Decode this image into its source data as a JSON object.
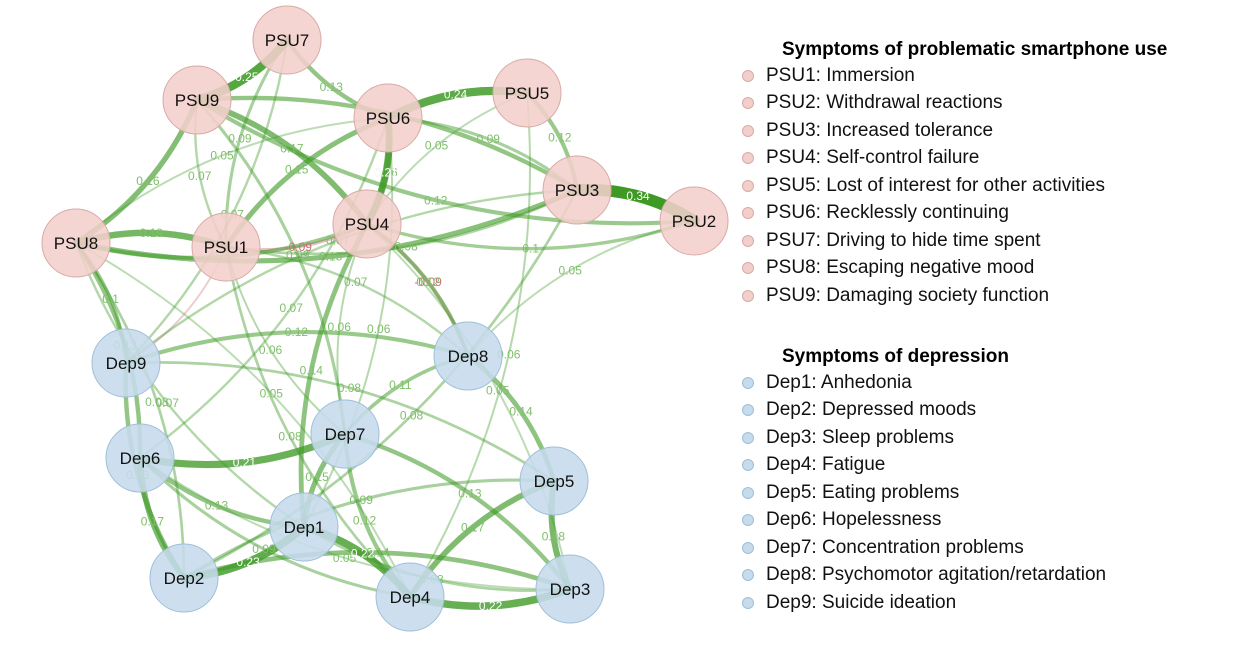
{
  "colors": {
    "psu_node": "#f3cfcc",
    "psu_node_stroke": "#d8aaa6",
    "dep_node": "#c6dbec",
    "dep_node_stroke": "#9fbfd8",
    "positive_edge": "#3e9a25",
    "negative_edge": "#cc6f78",
    "positive_label": "#7fbf6a",
    "negative_label": "#cc6f78"
  },
  "nodes": [
    {
      "id": "PSU7",
      "label": "PSU7",
      "group": "psu"
    },
    {
      "id": "PSU9",
      "label": "PSU9",
      "group": "psu"
    },
    {
      "id": "PSU6",
      "label": "PSU6",
      "group": "psu"
    },
    {
      "id": "PSU5",
      "label": "PSU5",
      "group": "psu"
    },
    {
      "id": "PSU3",
      "label": "PSU3",
      "group": "psu"
    },
    {
      "id": "PSU2",
      "label": "PSU2",
      "group": "psu"
    },
    {
      "id": "PSU4",
      "label": "PSU4",
      "group": "psu"
    },
    {
      "id": "PSU1",
      "label": "PSU1",
      "group": "psu"
    },
    {
      "id": "PSU8",
      "label": "PSU8",
      "group": "psu"
    },
    {
      "id": "Dep9",
      "label": "Dep9",
      "group": "dep"
    },
    {
      "id": "Dep8",
      "label": "Dep8",
      "group": "dep"
    },
    {
      "id": "Dep7",
      "label": "Dep7",
      "group": "dep"
    },
    {
      "id": "Dep6",
      "label": "Dep6",
      "group": "dep"
    },
    {
      "id": "Dep5",
      "label": "Dep5",
      "group": "dep"
    },
    {
      "id": "Dep1",
      "label": "Dep1",
      "group": "dep"
    },
    {
      "id": "Dep2",
      "label": "Dep2",
      "group": "dep"
    },
    {
      "id": "Dep4",
      "label": "Dep4",
      "group": "dep"
    },
    {
      "id": "Dep3",
      "label": "Dep3",
      "group": "dep"
    }
  ],
  "edges": [
    {
      "from": "PSU3",
      "to": "PSU2",
      "weight": 0.34,
      "label": "0.34",
      "sign": "pos"
    },
    {
      "from": "PSU9",
      "to": "PSU7",
      "weight": 0.25,
      "label": "0.25",
      "sign": "pos"
    },
    {
      "from": "PSU6",
      "to": "PSU5",
      "weight": 0.24,
      "label": "0.24",
      "sign": "pos"
    },
    {
      "from": "Dep2",
      "to": "Dep1",
      "weight": 0.23,
      "label": "0.23",
      "sign": "pos"
    },
    {
      "from": "Dep4",
      "to": "Dep3",
      "weight": 0.22,
      "label": "0.22",
      "sign": "pos"
    },
    {
      "from": "Dep1",
      "to": "Dep4",
      "weight": 0.22,
      "label": "0.22",
      "sign": "pos"
    },
    {
      "from": "Dep6",
      "to": "Dep7",
      "weight": 0.21,
      "label": "0.21",
      "sign": "pos"
    },
    {
      "from": "PSU6",
      "to": "PSU4",
      "weight": 0.21,
      "label": "0.21",
      "sign": "pos"
    },
    {
      "from": "PSU8",
      "to": "PSU1",
      "weight": 0.19,
      "label": "0.19",
      "sign": "pos"
    },
    {
      "from": "Dep5",
      "to": "Dep3",
      "weight": 0.18,
      "label": "0.18",
      "sign": "pos"
    },
    {
      "from": "PSU9",
      "to": "PSU4",
      "weight": 0.17,
      "label": "0.17",
      "sign": "pos"
    },
    {
      "from": "Dep6",
      "to": "Dep2",
      "weight": 0.17,
      "label": "0.17",
      "sign": "pos"
    },
    {
      "from": "Dep4",
      "to": "Dep5",
      "weight": 0.17,
      "label": "0.17",
      "sign": "pos"
    },
    {
      "from": "PSU9",
      "to": "PSU8",
      "weight": 0.16,
      "label": "0.16",
      "sign": "pos"
    },
    {
      "from": "PSU4",
      "to": "PSU6",
      "weight": 0.16,
      "label": "0.16",
      "sign": "pos"
    },
    {
      "from": "PSU8",
      "to": "PSU3",
      "weight": 0.15,
      "label": "0.15",
      "sign": "pos"
    },
    {
      "from": "PSU1",
      "to": "PSU6",
      "weight": 0.15,
      "label": "0.15",
      "sign": "pos"
    },
    {
      "from": "Dep7",
      "to": "Dep1",
      "weight": 0.15,
      "label": "0.15",
      "sign": "pos"
    },
    {
      "from": "Dep8",
      "to": "Dep5",
      "weight": 0.14,
      "label": "0.14",
      "sign": "pos"
    },
    {
      "from": "PSU4",
      "to": "Dep1",
      "weight": 0.14,
      "label": "0.14",
      "sign": "pos"
    },
    {
      "from": "Dep2",
      "to": "Dep3",
      "weight": 0.14,
      "label": "0.14",
      "sign": "pos"
    },
    {
      "from": "PSU9",
      "to": "PSU3",
      "weight": 0.13,
      "label": "0.13",
      "sign": "pos"
    },
    {
      "from": "PSU7",
      "to": "PSU6",
      "weight": 0.13,
      "label": "0.13",
      "sign": "pos"
    },
    {
      "from": "PSU8",
      "to": "Dep6",
      "weight": 0.13,
      "label": "0.13",
      "sign": "pos"
    },
    {
      "from": "Dep9",
      "to": "Dep2",
      "weight": 0.13,
      "label": "0.13",
      "sign": "pos"
    },
    {
      "from": "Dep7",
      "to": "Dep3",
      "weight": 0.13,
      "label": "0.13",
      "sign": "pos"
    },
    {
      "from": "Dep6",
      "to": "Dep1",
      "weight": 0.13,
      "label": "0.13",
      "sign": "pos"
    },
    {
      "from": "PSU5",
      "to": "PSU3",
      "weight": 0.12,
      "label": "0.12",
      "sign": "pos"
    },
    {
      "from": "PSU9",
      "to": "PSU2",
      "weight": 0.12,
      "label": "0.12",
      "sign": "pos"
    },
    {
      "from": "PSU4",
      "to": "Dep8",
      "weight": 0.12,
      "label": "0.12",
      "sign": "pos"
    },
    {
      "from": "PSU8",
      "to": "PSU4",
      "weight": 0.12,
      "label": "0.12",
      "sign": "pos"
    },
    {
      "from": "Dep9",
      "to": "Dep8",
      "weight": 0.12,
      "label": "0.12",
      "sign": "pos"
    },
    {
      "from": "Dep7",
      "to": "Dep4",
      "weight": 0.12,
      "label": "0.12",
      "sign": "pos"
    },
    {
      "from": "Dep8",
      "to": "Dep7",
      "weight": 0.11,
      "label": "0.11",
      "sign": "pos"
    },
    {
      "from": "PSU4",
      "to": "PSU2",
      "weight": 0.1,
      "label": "0.1",
      "sign": "pos"
    },
    {
      "from": "PSU8",
      "to": "Dep9",
      "weight": 0.1,
      "label": "0.1",
      "sign": "pos"
    },
    {
      "from": "PSU6",
      "to": "PSU3",
      "weight": 0.09,
      "label": "0.09",
      "sign": "pos"
    },
    {
      "from": "PSU7",
      "to": "PSU1",
      "weight": 0.09,
      "label": "0.09",
      "sign": "pos"
    },
    {
      "from": "PSU9",
      "to": "Dep7",
      "weight": 0.09,
      "label": "0.09",
      "sign": "pos"
    },
    {
      "from": "Dep6",
      "to": "Dep4",
      "weight": 0.09,
      "label": "0.09",
      "sign": "pos"
    },
    {
      "from": "Dep2",
      "to": "Dep5",
      "weight": 0.09,
      "label": "0.09",
      "sign": "pos"
    },
    {
      "from": "Dep9",
      "to": "Dep5",
      "weight": 0.08,
      "label": "0.08",
      "sign": "pos"
    },
    {
      "from": "PSU1",
      "to": "PSU3",
      "weight": 0.08,
      "label": "0.08",
      "sign": "pos"
    },
    {
      "from": "PSU8",
      "to": "Dep2",
      "weight": 0.08,
      "label": "0.08",
      "sign": "pos"
    },
    {
      "from": "PSU1",
      "to": "Dep4",
      "weight": 0.08,
      "label": "0.08",
      "sign": "pos"
    },
    {
      "from": "PSU3",
      "to": "Dep2",
      "weight": 0.08,
      "label": "0.08",
      "sign": "pos"
    },
    {
      "from": "PSU1",
      "to": "Dep8",
      "weight": 0.07,
      "label": "0.07",
      "sign": "pos"
    },
    {
      "from": "PSU9",
      "to": "PSU1",
      "weight": 0.07,
      "label": "0.07",
      "sign": "pos"
    },
    {
      "from": "PSU7",
      "to": "Dep9",
      "weight": 0.07,
      "label": "0.07",
      "sign": "pos"
    },
    {
      "from": "PSU3",
      "to": "Dep9",
      "weight": 0.07,
      "label": "0.07",
      "sign": "pos"
    },
    {
      "from": "PSU6",
      "to": "Dep6",
      "weight": 0.07,
      "label": "0.07",
      "sign": "pos"
    },
    {
      "from": "PSU8",
      "to": "Dep1",
      "weight": 0.07,
      "label": "0.07",
      "sign": "pos"
    },
    {
      "from": "PSU5",
      "to": "Dep4",
      "weight": 0.06,
      "label": "0.06",
      "sign": "pos"
    },
    {
      "from": "PSU1",
      "to": "Dep7",
      "weight": 0.06,
      "label": "0.06",
      "sign": "pos"
    },
    {
      "from": "PSU6",
      "to": "Dep1",
      "weight": 0.06,
      "label": "0.06",
      "sign": "pos"
    },
    {
      "from": "PSU4",
      "to": "Dep7",
      "weight": 0.06,
      "label": "0.06",
      "sign": "pos"
    },
    {
      "from": "Dep1",
      "to": "Dep3",
      "weight": 0.08,
      "label": "0.08",
      "sign": "pos"
    },
    {
      "from": "PSU2",
      "to": "Dep8",
      "weight": 0.05,
      "label": "0.05",
      "sign": "pos"
    },
    {
      "from": "PSU8",
      "to": "PSU6",
      "weight": 0.05,
      "label": "0.05",
      "sign": "pos"
    },
    {
      "from": "PSU5",
      "to": "PSU4",
      "weight": 0.05,
      "label": "0.05",
      "sign": "pos"
    },
    {
      "from": "PSU8",
      "to": "Dep4",
      "weight": 0.05,
      "label": "0.05",
      "sign": "pos"
    },
    {
      "from": "Dep6",
      "to": "Dep3",
      "weight": 0.05,
      "label": "0.05",
      "sign": "pos"
    },
    {
      "from": "PSU4",
      "to": "Dep3",
      "weight": 0.05,
      "label": "0.05",
      "sign": "pos"
    },
    {
      "from": "PSU1",
      "to": "PSU4",
      "weight": -0.09,
      "label": "-0.09",
      "sign": "neg"
    },
    {
      "from": "PSU4",
      "to": "Dep8",
      "weight": -0.09,
      "label": "-0.09",
      "sign": "neg"
    },
    {
      "from": "Dep9",
      "to": "PSU1",
      "weight": -0.05,
      "label": "",
      "sign": "neg"
    }
  ],
  "legend": {
    "psu_title": "Symptoms of problematic smartphone use",
    "psu_items": [
      "PSU1: Immersion",
      "PSU2: Withdrawal reactions",
      "PSU3: Increased tolerance",
      "PSU4: Self-control failure",
      "PSU5: Lost of interest for other activities",
      "PSU6: Recklessly continuing",
      "PSU7: Driving to hide time spent",
      "PSU8: Escaping negative mood",
      "PSU9: Damaging society function"
    ],
    "dep_title": "Symptoms of depression",
    "dep_items": [
      "Dep1: Anhedonia",
      "Dep2: Depressed moods",
      "Dep3: Sleep problems",
      "Dep4: Fatigue",
      "Dep5: Eating problems",
      "Dep6: Hopelessness",
      "Dep7: Concentration problems",
      "Dep8: Psychomotor agitation/retardation",
      "Dep9: Suicide ideation"
    ]
  }
}
